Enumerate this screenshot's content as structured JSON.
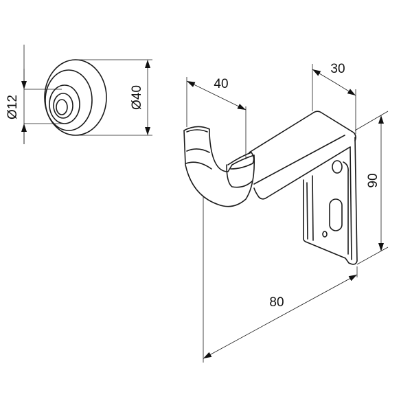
{
  "drawing": {
    "end_cap": {
      "outer_diameter_label": "Ø40",
      "inner_diameter_label": "Ø12"
    },
    "bracket": {
      "hook_width_label": "40",
      "plate_depth_label": "30",
      "height_label": "90",
      "projection_label": "80"
    }
  }
}
